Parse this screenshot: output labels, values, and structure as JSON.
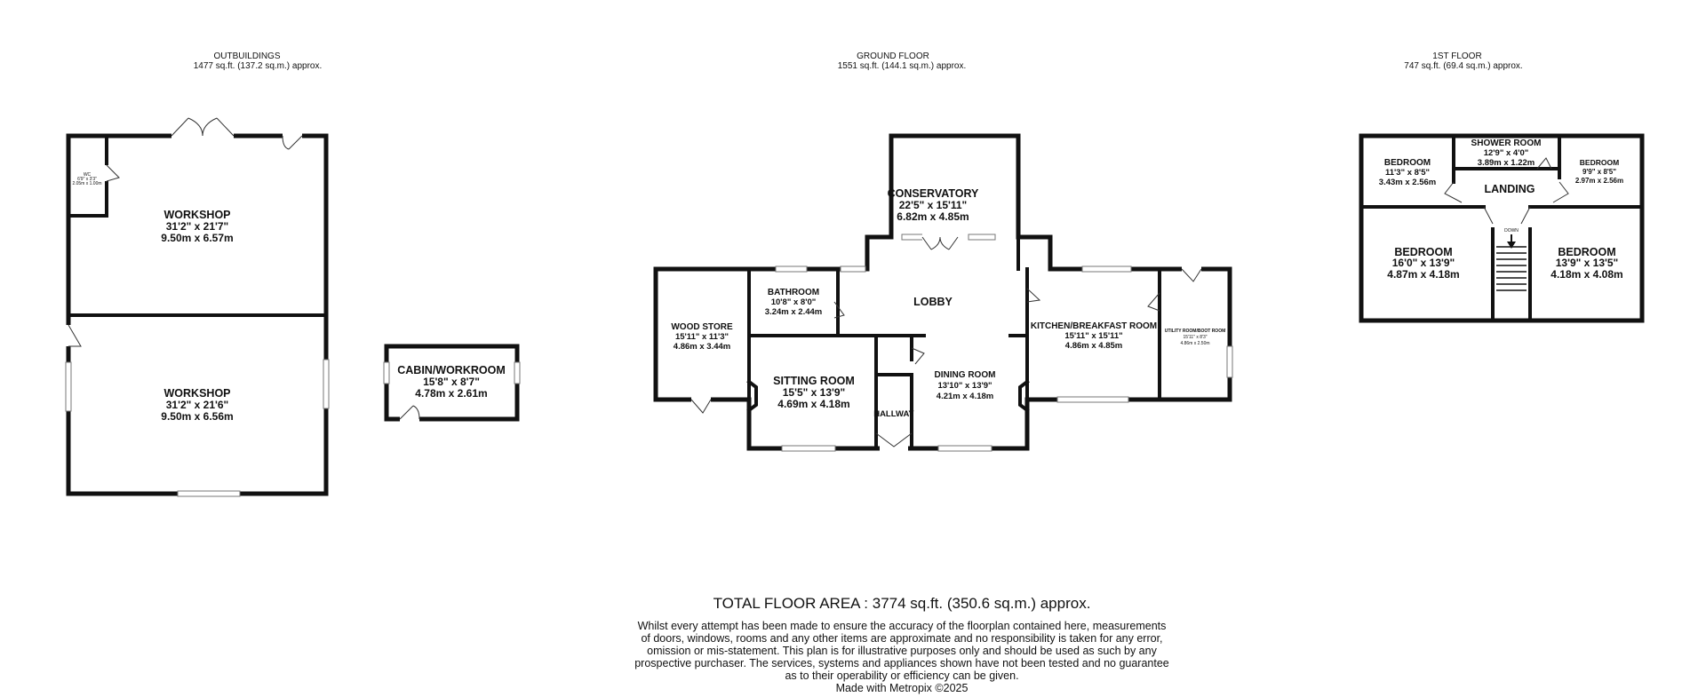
{
  "sections": {
    "outbuildings": {
      "title": "OUTBUILDINGS",
      "area": "1477 sq.ft. (137.2 sq.m.) approx."
    },
    "ground": {
      "title": "GROUND FLOOR",
      "area": "1551 sq.ft. (144.1 sq.m.) approx."
    },
    "first": {
      "title": "1ST FLOOR",
      "area": "747 sq.ft. (69.4 sq.m.) approx."
    }
  },
  "rooms": {
    "wc": {
      "name": "WC",
      "dim1": "6'9\" x 3'3\"",
      "dim2": "2.05m x 1.00m"
    },
    "workshop_top": {
      "name": "WORKSHOP",
      "dim1": "31'2\" x 21'7\"",
      "dim2": "9.50m x 6.57m"
    },
    "workshop_bottom": {
      "name": "WORKSHOP",
      "dim1": "31'2\" x 21'6\"",
      "dim2": "9.50m x 6.56m"
    },
    "cabin": {
      "name": "CABIN/WORKROOM",
      "dim1": "15'8\" x 8'7\"",
      "dim2": "4.78m x 2.61m"
    },
    "conservatory": {
      "name": "CONSERVATORY",
      "dim1": "22'5\" x 15'11\"",
      "dim2": "6.82m x 4.85m"
    },
    "bathroom": {
      "name": "BATHROOM",
      "dim1": "10'8\" x 8'0\"",
      "dim2": "3.24m x 2.44m"
    },
    "lobby": {
      "name": "LOBBY"
    },
    "wood_store": {
      "name": "WOOD STORE",
      "dim1": "15'11\" x 11'3\"",
      "dim2": "4.86m x 3.44m"
    },
    "kitchen": {
      "name": "KITCHEN/BREAKFAST ROOM",
      "dim1": "15'11\" x 15'11\"",
      "dim2": "4.86m x 4.85m"
    },
    "utility": {
      "name": "UTILITY ROOM/BOOT ROOM",
      "dim1": "15'11\" x 8'3\"",
      "dim2": "4.86m x 2.50m"
    },
    "sitting": {
      "name": "SITTING ROOM",
      "dim1": "15'5\" x 13'9\"",
      "dim2": "4.69m x 4.18m"
    },
    "dining": {
      "name": "DINING ROOM",
      "dim1": "13'10\" x 13'9\"",
      "dim2": "4.21m x 4.18m"
    },
    "hallway": {
      "name": "HALLWAY"
    },
    "bedroom_tl": {
      "name": "BEDROOM",
      "dim1": "11'3\" x 8'5\"",
      "dim2": "3.43m x 2.56m"
    },
    "shower": {
      "name": "SHOWER ROOM",
      "dim1": "12'9\" x 4'0\"",
      "dim2": "3.89m x 1.22m"
    },
    "bedroom_tr": {
      "name": "BEDROOM",
      "dim1": "9'9\" x 8'5\"",
      "dim2": "2.97m x 2.56m"
    },
    "landing": {
      "name": "LANDING"
    },
    "bedroom_bl": {
      "name": "BEDROOM",
      "dim1": "16'0\" x 13'9\"",
      "dim2": "4.87m x 4.18m"
    },
    "bedroom_br": {
      "name": "BEDROOM",
      "dim1": "13'9\" x 13'5\"",
      "dim2": "4.18m x 4.08m"
    },
    "stairs": {
      "label": "DOWN"
    }
  },
  "footer": {
    "total": "TOTAL FLOOR AREA : 3774 sq.ft. (350.6 sq.m.) approx.",
    "disclaimer": [
      "Whilst every attempt has been made to ensure the accuracy of the floorplan contained here, measurements",
      "of doors, windows, rooms and any other items are approximate and no responsibility is taken for any error,",
      "omission or mis-statement. This plan is for illustrative purposes only and should be used as such by any",
      "prospective purchaser. The services, systems and appliances shown have not been tested and no guarantee",
      "as to their operability or efficiency can be given."
    ],
    "credit": "Made with Metropix ©2025"
  }
}
